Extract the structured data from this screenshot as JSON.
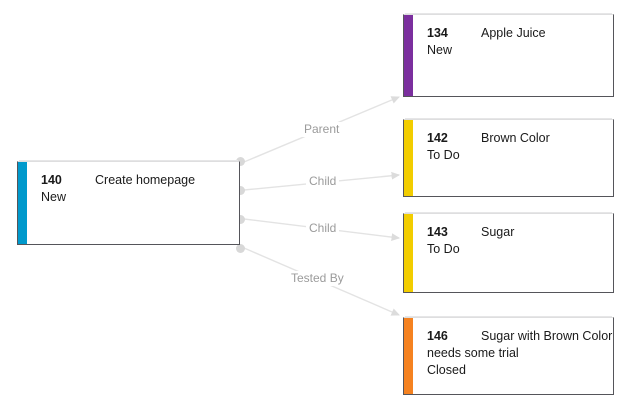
{
  "diagram": {
    "type": "work-item-relations-visualization",
    "background": "#ffffff",
    "source_card": {
      "id": "140",
      "title": "Create homepage",
      "state": "New",
      "accent_color": "#0099cc",
      "accent_name": "blue"
    },
    "related_cards": [
      {
        "id": "134",
        "title": "Apple Juice",
        "title_cont": "",
        "state": "New",
        "accent_color": "#7b2f9e",
        "accent_name": "purple",
        "relation": "Parent"
      },
      {
        "id": "142",
        "title": "Brown Color",
        "title_cont": "",
        "state": "To Do",
        "accent_color": "#f2cd00",
        "accent_name": "yellow",
        "relation": "Child"
      },
      {
        "id": "143",
        "title": "Sugar",
        "title_cont": "",
        "state": "To Do",
        "accent_color": "#f2cd00",
        "accent_name": "yellow",
        "relation": "Child"
      },
      {
        "id": "146",
        "title": "Sugar with Brown Color",
        "title_cont": "needs some trial",
        "state": "Closed",
        "accent_color": "#f58220",
        "accent_name": "orange",
        "relation": "Tested By"
      }
    ],
    "links": [
      {
        "label": "Parent",
        "from": "140",
        "to": "134",
        "color": "#e0e0e0"
      },
      {
        "label": "Child",
        "from": "140",
        "to": "142",
        "color": "#e0e0e0"
      },
      {
        "label": "Child",
        "from": "140",
        "to": "143",
        "color": "#e0e0e0"
      },
      {
        "label": "Tested By",
        "from": "140",
        "to": "146",
        "color": "#e0e0e0"
      }
    ],
    "link_label_color": "#9b9b9b",
    "connector_dot_color": "#d8d8d8"
  }
}
